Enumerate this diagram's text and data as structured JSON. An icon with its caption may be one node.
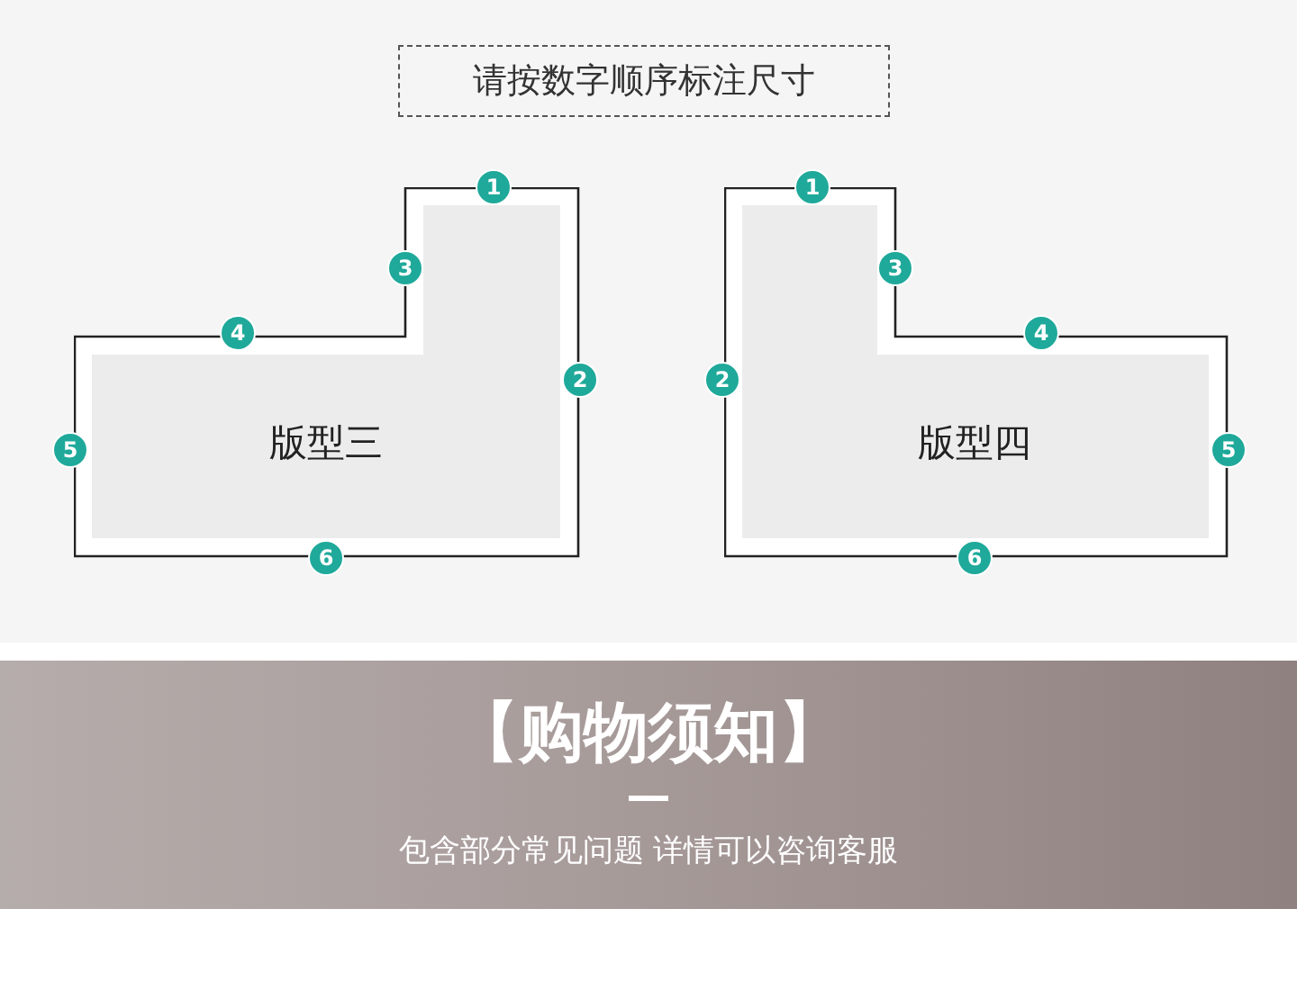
{
  "diagram": {
    "nodes": [
      {
        "text": [
          "请按数字顺序标注尺寸"
        ]
      },
      {
        "text": [
          "版型三"
        ]
      },
      {
        "text": [
          "版型四"
        ]
      },
      {
        "text": [
          "【购物须知】",
          "包含部分常见问题 详情可以咨询客服"
        ]
      }
    ],
    "labels": [
      "1",
      "2",
      "3",
      "4",
      "5",
      "6",
      "1",
      "2",
      "3",
      "4",
      "5",
      "6"
    ]
  }
}
